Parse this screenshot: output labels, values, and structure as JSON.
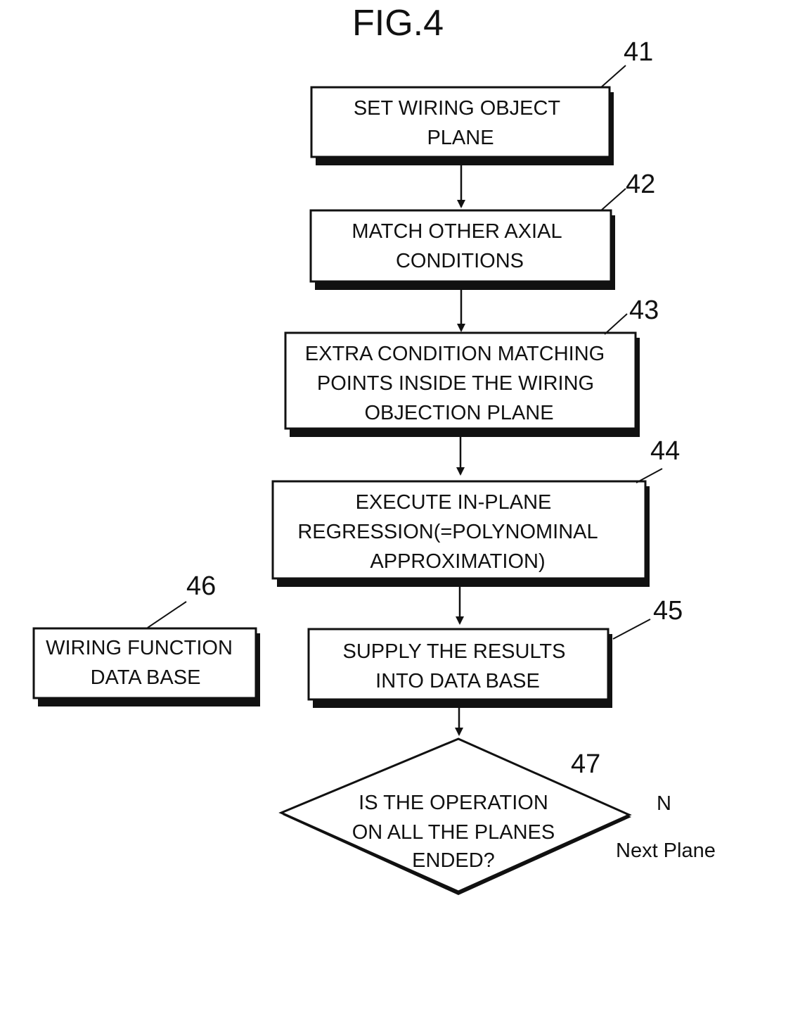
{
  "figure": {
    "title": "FIG.4"
  },
  "steps": [
    {
      "ref": "41",
      "lines": [
        "SET  WIRING  OBJECT",
        "PLANE"
      ]
    },
    {
      "ref": "42",
      "lines": [
        "MATCH OTHER AXIAL",
        "CONDITIONS"
      ]
    },
    {
      "ref": "43",
      "lines": [
        "EXTRA CONDITION MATCHING",
        "POINTS INSIDE THE WIRING",
        "OBJECTION PLANE"
      ]
    },
    {
      "ref": "44",
      "lines": [
        "EXECUTE  IN-PLANE",
        "REGRESSION(=POLYNOMINAL",
        "APPROXIMATION)"
      ]
    },
    {
      "ref": "45",
      "lines": [
        "SUPPLY THE RESULTS",
        "INTO DATA BASE"
      ]
    }
  ],
  "database": {
    "ref": "46",
    "lines": [
      "WIRING  FUNCTION",
      "DATA BASE"
    ]
  },
  "decision": {
    "ref": "47",
    "lines": [
      "IS THE OPERATION",
      "ON ALL THE PLANES",
      "ENDED?"
    ],
    "no_label": "N",
    "no_action": "Next   Plane"
  }
}
